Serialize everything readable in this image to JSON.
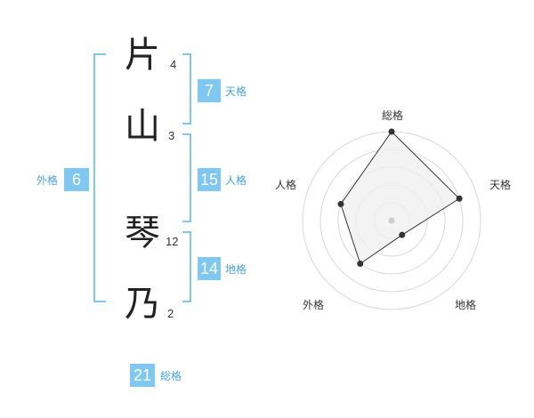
{
  "characters": [
    {
      "char": "片",
      "strokes": "4"
    },
    {
      "char": "山",
      "strokes": "3"
    },
    {
      "char": "琴",
      "strokes": "12"
    },
    {
      "char": "乃",
      "strokes": "2"
    }
  ],
  "fortunes": {
    "tenkaku": {
      "label": "天格",
      "value": "7"
    },
    "jinkaku": {
      "label": "人格",
      "value": "15"
    },
    "chikaku": {
      "label": "地格",
      "value": "14"
    },
    "gaikaku": {
      "label": "外格",
      "value": "6"
    },
    "soukaku": {
      "label": "総格",
      "value": "21"
    }
  },
  "chart_data": {
    "type": "radar",
    "axes": [
      "総格",
      "天格",
      "地格",
      "外格",
      "人格"
    ],
    "values": [
      5,
      4,
      1,
      3,
      3
    ],
    "range": [
      0,
      5
    ],
    "rings": 5,
    "colors": {
      "fill": "#f0f0f0",
      "stroke": "#333333",
      "ring": "#d8d8d8",
      "accent": "#7ec8f2"
    }
  }
}
